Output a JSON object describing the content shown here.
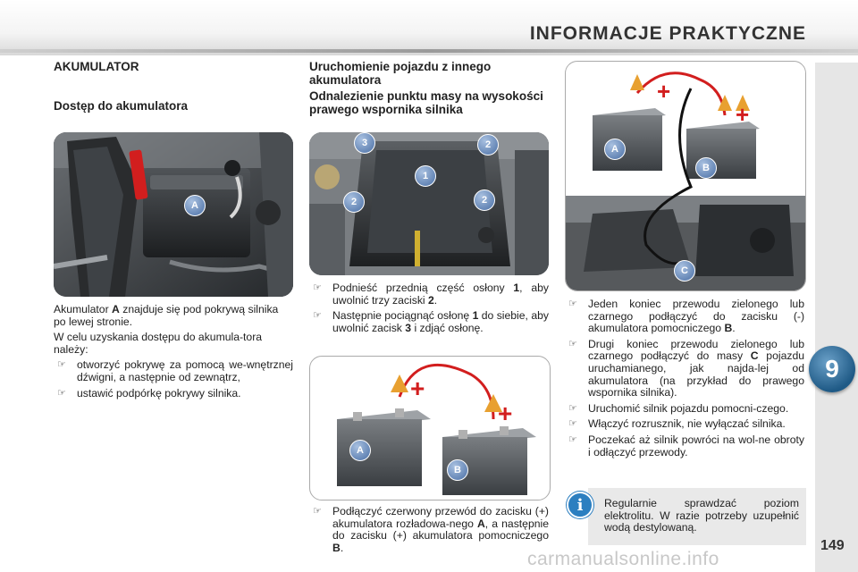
{
  "header": {
    "title": "INFORMACJE PRAKTYCZNE"
  },
  "chapter": "9",
  "page_number": "149",
  "watermark": "carmanualsonline.info",
  "col1": {
    "heading": "AKUMULATOR",
    "subheading": "Dostęp do akumulatora",
    "photo_label": "A",
    "para1_pre": "Akumulator ",
    "para1_bold": "A",
    "para1_post": " znajduje się pod pokrywą silnika po lewej stronie.",
    "para2": "W celu uzyskania dostępu do akumula-tora należy:",
    "bullets": [
      "otworzyć pokrywę za pomocą we-wnętrznej dźwigni, a następnie od zewnątrz,",
      "ustawić podpórkę pokrywy silnika."
    ]
  },
  "col2": {
    "heading": "Uruchomienie pojazdu z innego akumulatora",
    "subheading": "Odnalezienie punktu masy na wysokości prawego wspornika silnika",
    "photo_labels": [
      "3",
      "2",
      "1",
      "2",
      "2"
    ],
    "b1_pre": "Podnieść przednią część osłony ",
    "b1_bold1": "1",
    "b1_mid": ", aby uwolnić trzy zaciski ",
    "b1_bold2": "2",
    "b1_post": ".",
    "b2_pre": "Następnie pociągnąć osłonę ",
    "b2_bold1": "1",
    "b2_mid": " do siebie, aby uwolnić zacisk ",
    "b2_bold2": "3",
    "b2_post": " i zdjąć osłonę.",
    "diagram_labels": [
      "A",
      "B"
    ],
    "diagram_signs": [
      "+",
      "+"
    ],
    "b3_pre": "Podłączyć czerwony przewód do zacisku (+) akumulatora rozładowa-nego ",
    "b3_bold1": "A",
    "b3_mid": ", a następnie do zacisku (+) akumulatora pomocniczego ",
    "b3_bold2": "B",
    "b3_post": "."
  },
  "col3": {
    "diagram_labels": [
      "A",
      "B",
      "C"
    ],
    "diagram_signs": [
      "+",
      "+"
    ],
    "b1_pre": "Jeden koniec przewodu zielonego lub czarnego podłączyć do zacisku (-) akumulatora pomocniczego ",
    "b1_bold": "B",
    "b1_post": ".",
    "b2_pre": "Drugi koniec przewodu zielonego lub czarnego podłączyć do masy ",
    "b2_bold": "C",
    "b2_post": " pojazdu uruchamianego, jak najda-lej od akumulatora (na przykład do prawego wspornika silnika).",
    "b3": "Uruchomić silnik pojazdu pomocni-czego.",
    "b4": "Włączyć rozrusznik, nie wyłączać silnika.",
    "b5": "Poczekać aż silnik powróci na wol-ne obroty i odłączyć przewody.",
    "info_text": "Regularnie sprawdzać poziom elektrolitu. W razie potrzeby uzupełnić wodą destylowaną.",
    "info_icon": "i"
  },
  "bullet_glyph": "☞",
  "colors": {
    "accent_red": "#d21e1e",
    "clamp_orange": "#e8a030",
    "info_blue": "#2c7fc0",
    "chapter_blue": "#1f5a86"
  }
}
